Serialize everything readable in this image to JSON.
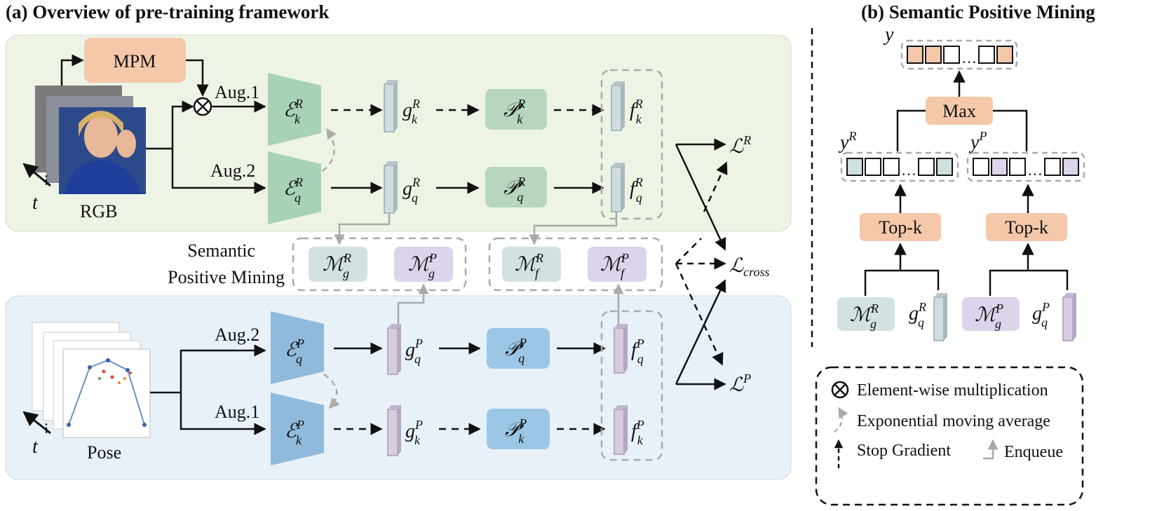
{
  "titles": {
    "a": "(a) Overview of pre-training framework",
    "b": "(b) Semantic Positive Mining"
  },
  "rgb": {
    "modality_label": "RGB",
    "time_label": "t",
    "mpm": "MPM",
    "aug1": "Aug.1",
    "aug2": "Aug.2",
    "enc_k": {
      "base": "ℰ",
      "sub": "k",
      "sup": "R"
    },
    "enc_q": {
      "base": "ℰ",
      "sub": "q",
      "sup": "R"
    },
    "g_k": {
      "base": "g",
      "sub": "k",
      "sup": "R"
    },
    "g_q": {
      "base": "g",
      "sub": "q",
      "sup": "R"
    },
    "p_k": {
      "base": "𝒫",
      "sub": "k",
      "sup": "R"
    },
    "p_q": {
      "base": "𝒫",
      "sub": "q",
      "sup": "R"
    },
    "f_k": {
      "base": "f",
      "sub": "k",
      "sup": "R"
    },
    "f_q": {
      "base": "f",
      "sub": "q",
      "sup": "R"
    }
  },
  "pose": {
    "modality_label": "Pose",
    "time_label": "t",
    "aug2": "Aug.2",
    "aug1": "Aug.1",
    "enc_q": {
      "base": "ℰ",
      "sub": "q",
      "sup": "P"
    },
    "enc_k": {
      "base": "ℰ",
      "sub": "k",
      "sup": "P"
    },
    "g_q": {
      "base": "g",
      "sub": "q",
      "sup": "P"
    },
    "g_k": {
      "base": "g",
      "sub": "k",
      "sup": "P"
    },
    "p_q": {
      "base": "𝒫",
      "sub": "q",
      "sup": "P"
    },
    "p_k": {
      "base": "𝒫",
      "sub": "k",
      "sup": "P"
    },
    "f_q": {
      "base": "f",
      "sub": "q",
      "sup": "P"
    },
    "f_k": {
      "base": "f",
      "sub": "k",
      "sup": "P"
    }
  },
  "mining": {
    "label_line1": "Semantic",
    "label_line2": "Positive Mining",
    "m_g_r": {
      "base": "ℳ",
      "sub": "g",
      "sup": "R"
    },
    "m_g_p": {
      "base": "ℳ",
      "sub": "g",
      "sup": "P"
    },
    "m_f_r": {
      "base": "ℳ",
      "sub": "f",
      "sup": "R"
    },
    "m_f_p": {
      "base": "ℳ",
      "sub": "f",
      "sup": "P"
    }
  },
  "losses": {
    "l_r": {
      "base": "ℒ",
      "sup": "R"
    },
    "l_cross": {
      "base": "ℒ",
      "sub": "cross"
    },
    "l_p": {
      "base": "ℒ",
      "sup": "P"
    }
  },
  "spm": {
    "y": "y",
    "y_r": {
      "base": "y",
      "sup": "R"
    },
    "y_p": {
      "base": "y",
      "sup": "P"
    },
    "max": "Max",
    "topk_left": "Top-k",
    "topk_right": "Top-k",
    "ellipsis": "…",
    "m_g_r": {
      "base": "ℳ",
      "sub": "g",
      "sup": "R"
    },
    "g_q_r": {
      "base": "g",
      "sub": "q",
      "sup": "R"
    },
    "m_g_p": {
      "base": "ℳ",
      "sub": "g",
      "sup": "P"
    },
    "g_q_p": {
      "base": "g",
      "sub": "q",
      "sup": "P"
    }
  },
  "legend": {
    "mult": "Element-wise multiplication",
    "ema": "Exponential moving average",
    "stop": "Stop Gradient",
    "enqueue": "Enqueue"
  },
  "colors": {
    "rgb_panel": "#edf4e6",
    "pose_panel": "#e8f0f8",
    "mpm_box": "#f5c8aa",
    "rgb_encoder": "#a8d1b8",
    "rgb_projector": "#b7d5bf",
    "pose_encoder": "#8fbadc",
    "pose_projector": "#9cc6e6",
    "rgb_memory": "#d2e2e2",
    "pose_memory": "#ddd3ea",
    "rgb_feature": "#cfdde3",
    "pose_feature": "#d8cce3",
    "orange_box": "#f5c8aa",
    "gray_arrow": "#aaaaaa"
  }
}
